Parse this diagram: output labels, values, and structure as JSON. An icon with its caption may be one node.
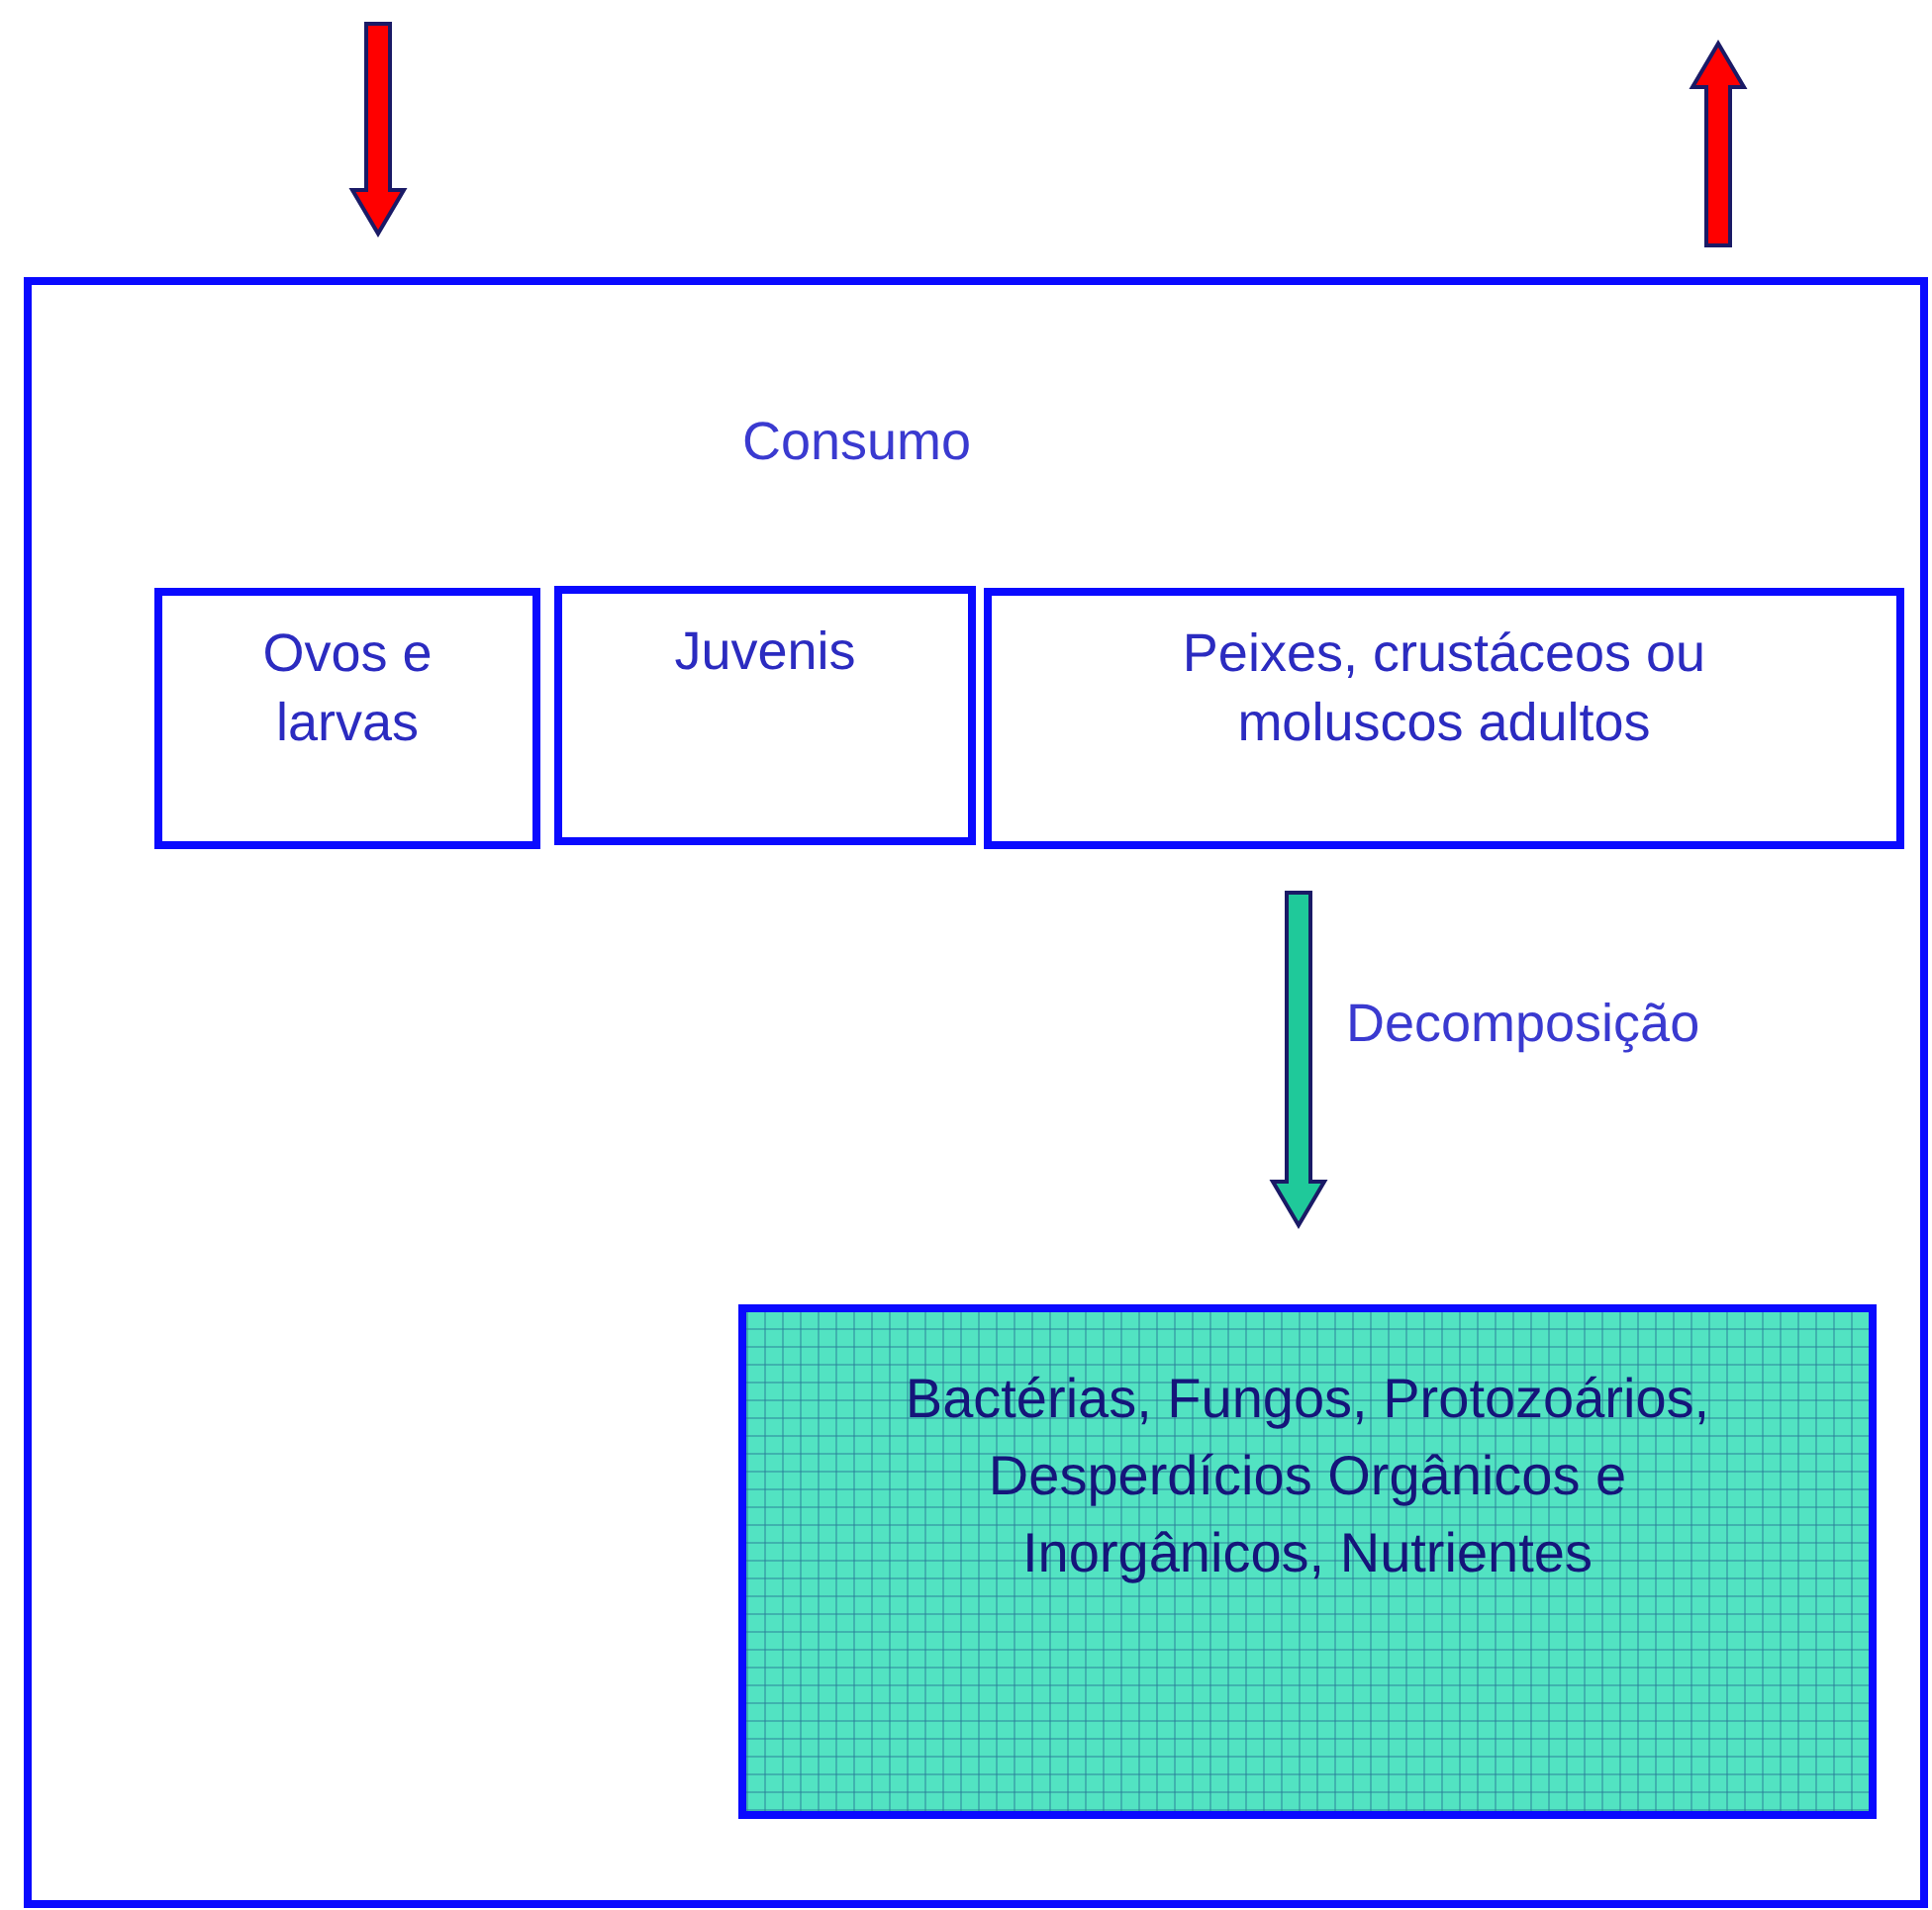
{
  "diagram": {
    "nodes": [
      {
        "text": [],
        "shape": "box"
      },
      {
        "text": [
          "Ovos e larvas"
        ],
        "in": 0
      },
      {
        "text": [
          "Juvenis"
        ],
        "in": 0
      },
      {
        "text": [
          "Peixes, crustáceos ou moluscos adultos"
        ],
        "in": 0
      },
      {
        "text": [
          "Bactérias, Fungos, Protozoários, Desperdícios Orgânicos e Inorgânicos, Nutrientes"
        ],
        "in": 0
      }
    ],
    "edges": [
      {
        "from": null,
        "to": 0,
        "arrow": "to",
        "style": "thick"
      },
      {
        "from": 0,
        "to": null,
        "arrow": "to",
        "style": "thick"
      },
      {
        "from": 3,
        "to": 4,
        "arrow": "to",
        "style": "thick",
        "color": "#1fc99a",
        "label": "Decomposição"
      }
    ],
    "labels": [
      "Consumo"
    ]
  }
}
